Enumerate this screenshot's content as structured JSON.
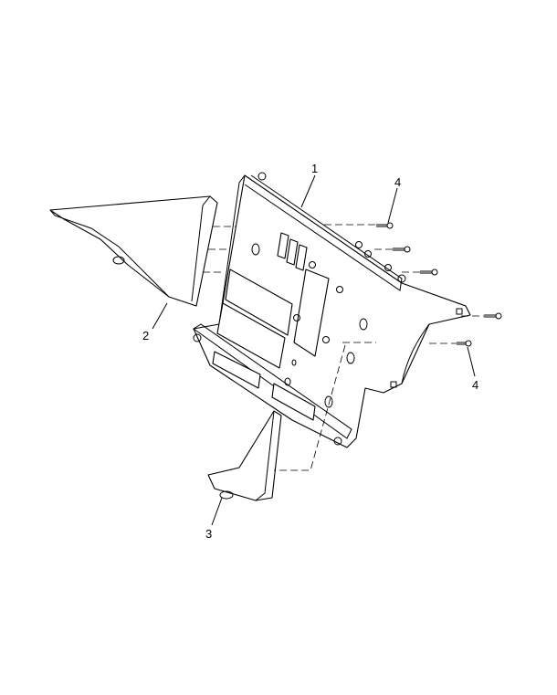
{
  "diagram": {
    "callouts": [
      {
        "id": "1",
        "text": "1"
      },
      {
        "id": "2",
        "text": "2"
      },
      {
        "id": "3",
        "text": "3"
      },
      {
        "id": "4a",
        "text": "4"
      },
      {
        "id": "4b",
        "text": "4"
      }
    ]
  }
}
